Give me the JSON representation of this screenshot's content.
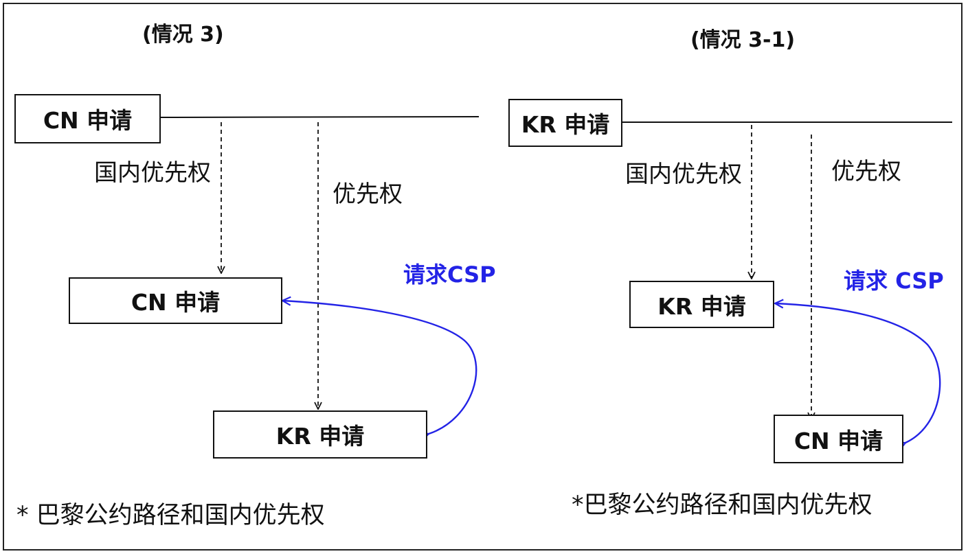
{
  "colors": {
    "line": "#111111",
    "csp_arrow": "#2323e6"
  },
  "left": {
    "title": "(情况 3)",
    "top_box": "CN 申请",
    "domestic_priority_label": "国内优先权",
    "priority_label": "优先权",
    "mid_box": "CN 申请",
    "csp_label": "请求CSP",
    "bottom_box": "KR 申请",
    "note": "* 巴黎公约路径和国内优先权"
  },
  "right": {
    "title": "(情况 3-1)",
    "top_box": "KR 申请",
    "domestic_priority_label": "国内优先权",
    "priority_label": "优先权",
    "mid_box": "KR 申请",
    "csp_label": "请求 CSP",
    "bottom_box": "CN 申请",
    "note": "*巴黎公约路径和国内优先权"
  }
}
